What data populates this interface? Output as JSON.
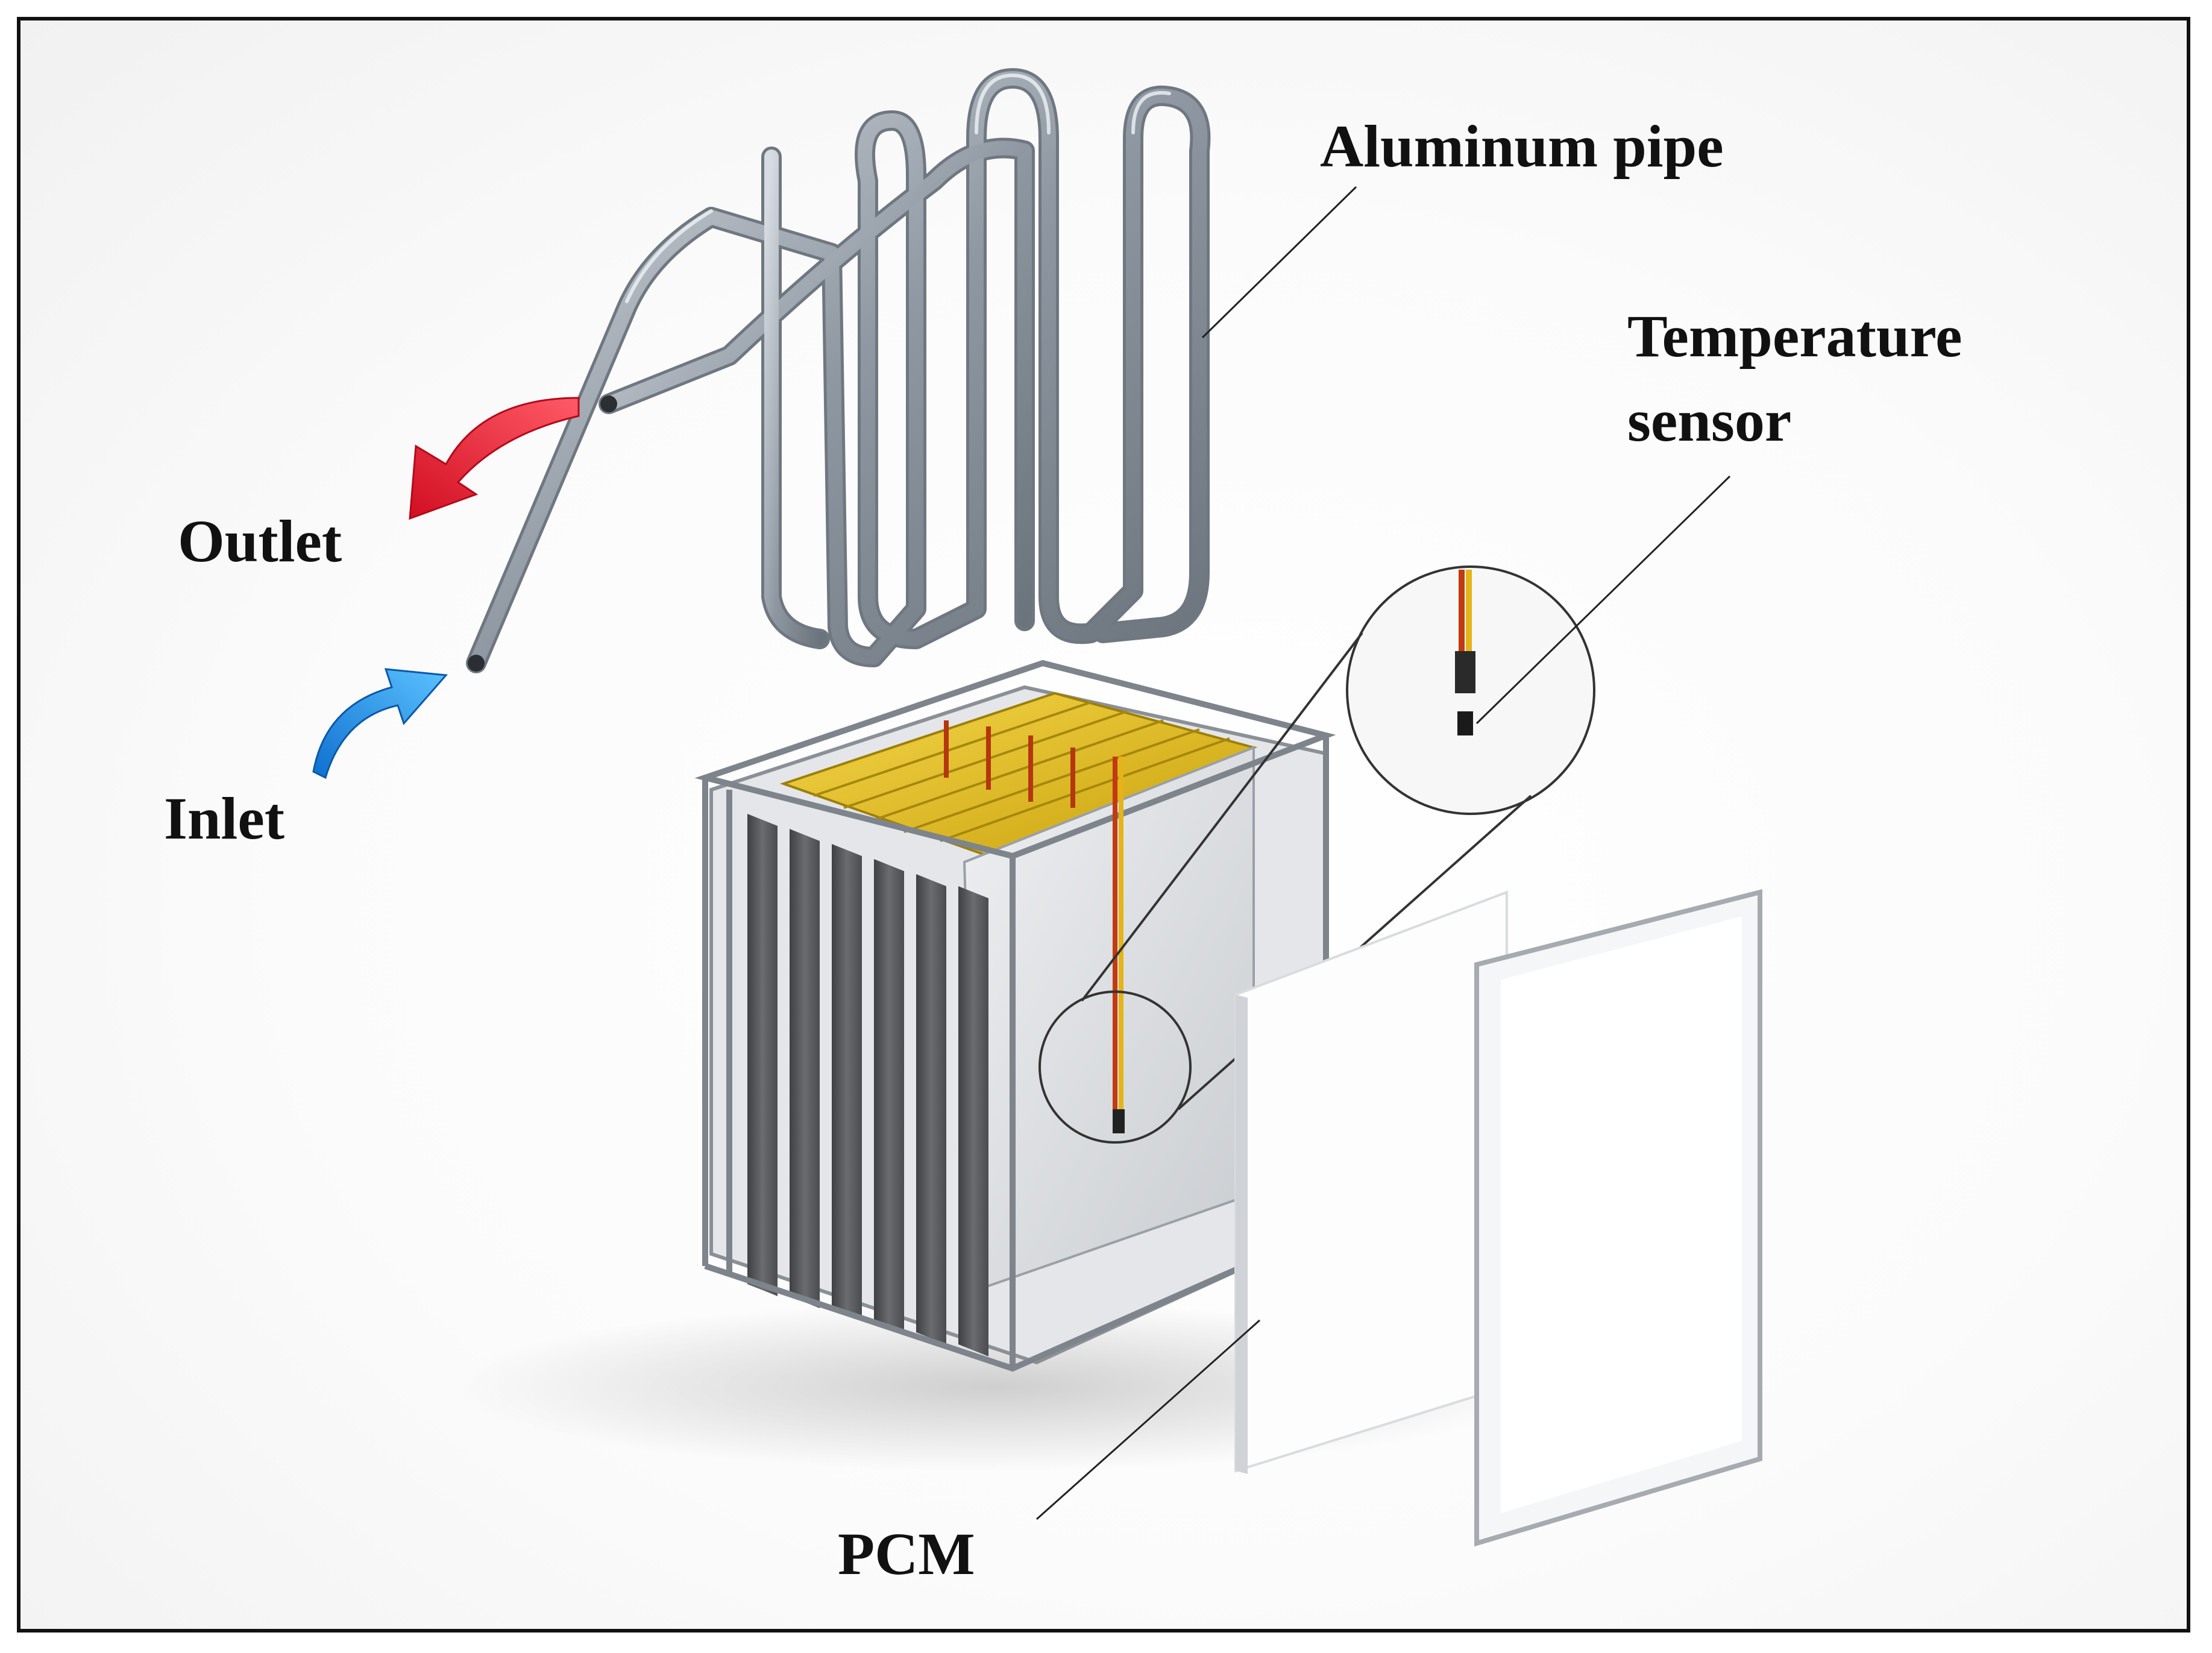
{
  "labels": {
    "aluminum_pipe": "Aluminum pipe",
    "temperature_sensor_line1": "Temperature",
    "temperature_sensor_line2": "sensor",
    "outlet": "Outlet",
    "inlet": "Inlet",
    "pcm": "PCM"
  },
  "colors": {
    "outlet_arrow": "#e3182d",
    "inlet_arrow": "#1e90e0",
    "pipe": "#9ba3ad",
    "battery_top": "#e8c21a",
    "cell_dark": "#5b5d60",
    "frame_border": "#111111"
  },
  "icons": {
    "outlet": "red-curved-arrow-icon",
    "inlet": "blue-curved-arrow-icon"
  }
}
